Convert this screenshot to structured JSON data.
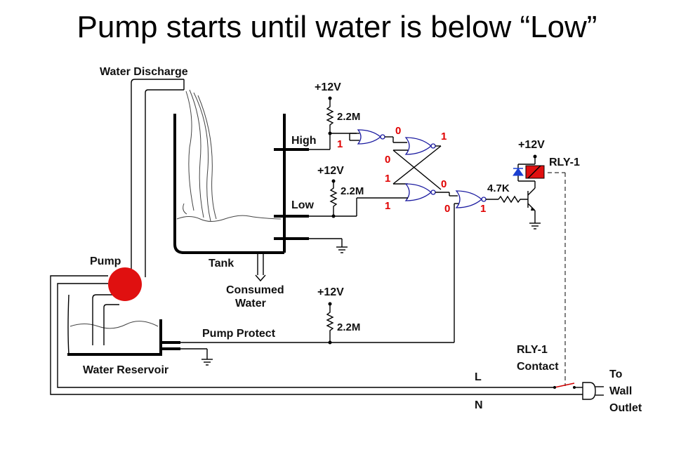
{
  "title": "Pump starts until water is below “Low”",
  "labels": {
    "water_discharge": "Water Discharge",
    "pump": "Pump",
    "tank": "Tank",
    "consumed_water_line1": "Consumed",
    "consumed_water_line2": "Water",
    "water_reservoir": "Water Reservoir",
    "pump_protect": "Pump Protect",
    "high": "High",
    "low": "Low",
    "vcc_high": "+12V",
    "vcc_low": "+12V",
    "vcc_protect": "+12V",
    "vcc_relay": "+12V",
    "r_high": "2.2M",
    "r_low": "2.2M",
    "r_protect": "2.2M",
    "r_base": "4.7K",
    "relay": "RLY-1",
    "relay_contact_line1": "RLY-1",
    "relay_contact_line2": "Contact",
    "line_L": "L",
    "line_N": "N",
    "outlet_line1": "To",
    "outlet_line2": "Wall",
    "outlet_line3": "Outlet"
  },
  "logic_states": {
    "high_input": "1",
    "inv_out": "0",
    "nor1_in_bottom": "0",
    "nor1_out": "1",
    "nor2_in_top": "1",
    "nor2_in_bottom": "1",
    "nor2_out": "0",
    "nor3_in_bottom": "0",
    "nor3_out": "1"
  },
  "colors": {
    "pump": "#e01010",
    "relay_coil": "#e01010",
    "diode": "#1a3fd0",
    "logic_state": "#e00000",
    "gate_outline": "#1a1aa0"
  }
}
